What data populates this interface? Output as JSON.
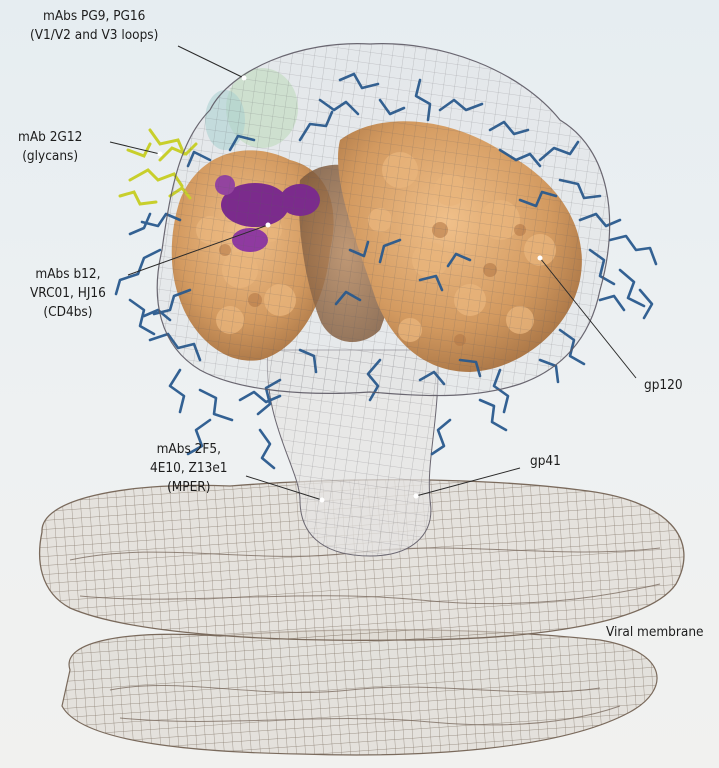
{
  "labels": {
    "pg9": [
      "mAbs PG9, PG16",
      "(V1/V2 and V3 loops)"
    ],
    "g2g12": [
      "mAb 2G12",
      "(glycans)"
    ],
    "b12": [
      "mAbs b12,",
      "VRC01, HJ16",
      "(CD4bs)"
    ],
    "gp120": "gp120",
    "mper": [
      "mAbs 2F5,",
      "4E10, Z13e1",
      "(MPER)"
    ],
    "gp41": "gp41",
    "membrane": "Viral membrane"
  },
  "colors": {
    "protein": "#d9a46a",
    "protein_dark": "#a9713f",
    "glycan": "#2a5a8e",
    "epitope_cd4bs": "#7b2b8c",
    "epitope_2g12": "#d8d84a",
    "epitope_pg9": "#b9d8b4",
    "mesh": "#6b5b4b"
  }
}
